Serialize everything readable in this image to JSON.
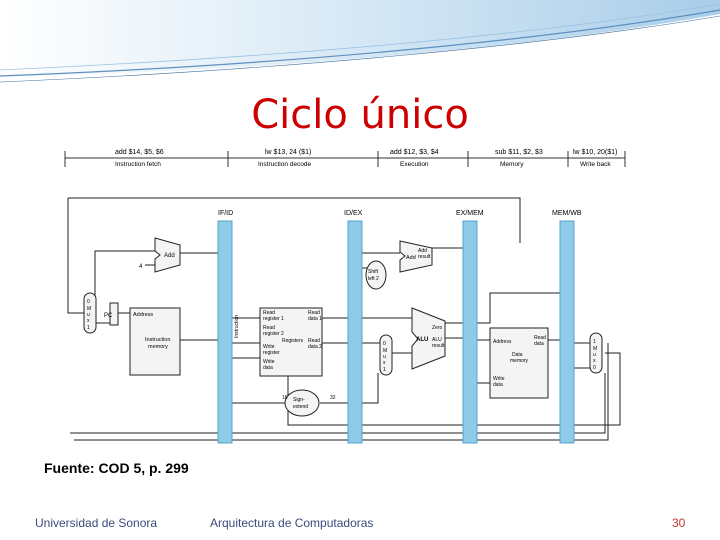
{
  "title": "Ciclo único",
  "pipeline": {
    "instructions": [
      "add $14, $5, $6",
      "lw $13, 24 ($1)",
      "add $12, $3, $4",
      "sub $11, $2, $3",
      "lw $10, 20($1)"
    ],
    "stages": [
      "Instruction fetch",
      "Instruction decode",
      "Execution",
      "Memory",
      "Write back"
    ]
  },
  "registers": [
    "IF/ID",
    "ID/EX",
    "EX/MEM",
    "MEM/WB"
  ],
  "blocks": {
    "add_if": "Add",
    "four": "4",
    "pc": "PC",
    "imem": [
      "Address",
      "Instruction",
      "memory"
    ],
    "instr_label": "Instruction",
    "regs": [
      "Read",
      "register 1",
      "Read",
      "register 2",
      "Registers",
      "Write",
      "register",
      "Write",
      "data",
      "Read",
      "data 1",
      "Read",
      "data 2"
    ],
    "shift": [
      "Shift",
      "left 2"
    ],
    "add_ex": [
      "Add",
      "Add",
      "result"
    ],
    "alu": [
      "ALU",
      "Zero",
      "ALU",
      "result"
    ],
    "dmem": [
      "Address",
      "Read",
      "data",
      "Data",
      "memory",
      "Write",
      "data"
    ],
    "sign": [
      "Sign-",
      "extend"
    ],
    "sixteen": "16",
    "thirtytwo": "32",
    "mux_if": [
      "0",
      "M",
      "u",
      "x",
      "1"
    ],
    "mux_ex": [
      "0",
      "M",
      "u",
      "x",
      "1"
    ],
    "mux_wb": [
      "1",
      "M",
      "u",
      "x",
      "0"
    ]
  },
  "source": "Fuente: COD 5, p. 299",
  "footer": {
    "left": "Universidad de Sonora",
    "center": "Arquitectura de Computadoras",
    "page": "30"
  },
  "colors": {
    "title": "#cc0000",
    "pipeline_register": "#8ecbe8",
    "lines": "#1a1a1a",
    "decor": "#7fb3d9"
  }
}
